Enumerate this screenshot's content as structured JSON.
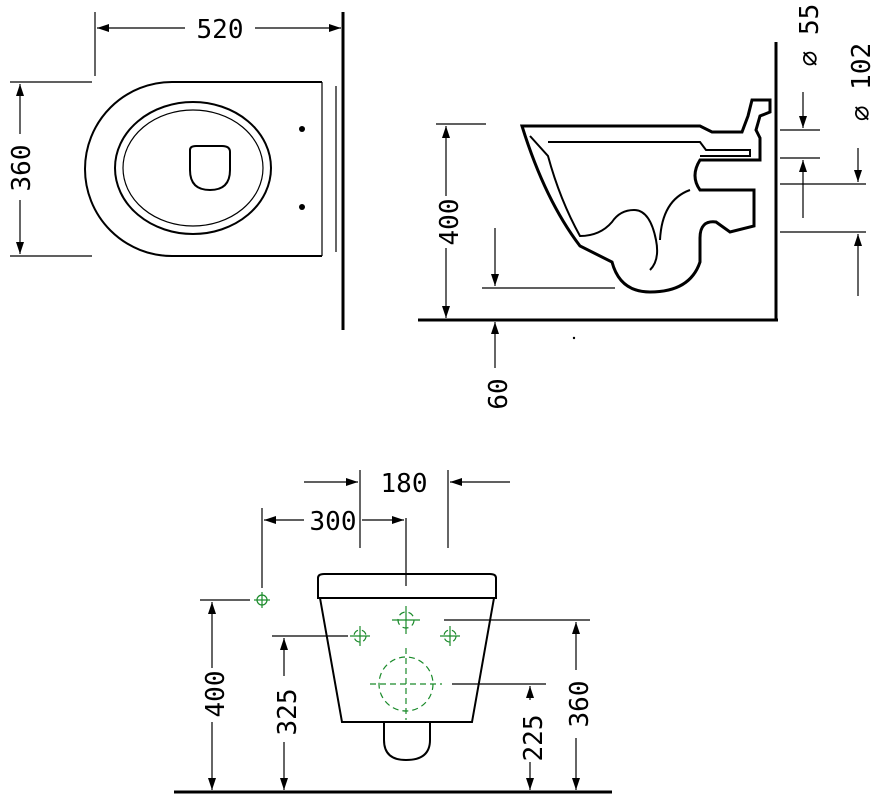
{
  "top_view": {
    "width_label": "520",
    "depth_label": "360"
  },
  "side_view": {
    "diameter_small_label": "∅ 55",
    "diameter_large_label": "∅ 102",
    "height_label": "400",
    "floor_label": "60"
  },
  "front_view": {
    "spacing_180_label": "180",
    "spacing_300_label": "300",
    "height_400_label": "400",
    "height_325_label": "325",
    "height_225_label": "225",
    "height_360_label": "360"
  },
  "colors": {
    "line": "#000000",
    "fixing_marks": "#1a8a2a"
  }
}
